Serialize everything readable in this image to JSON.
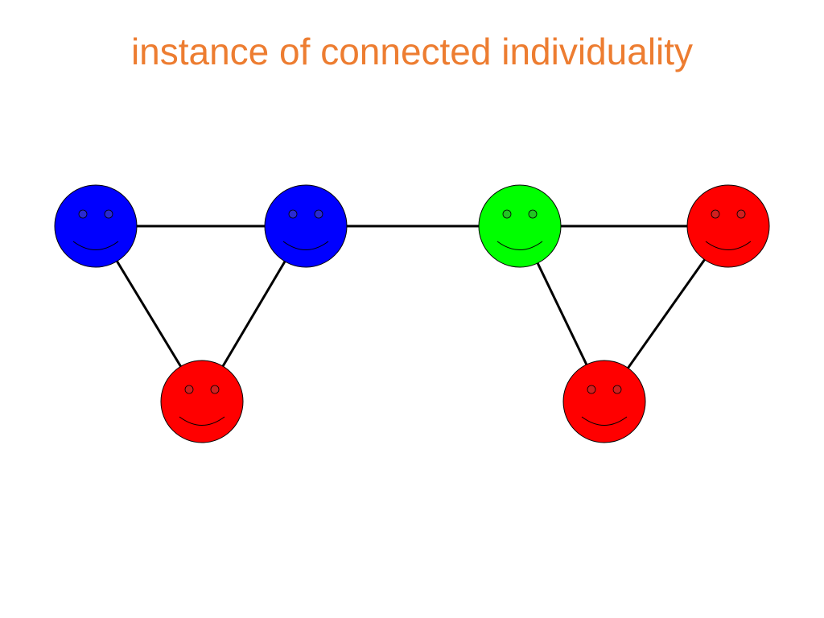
{
  "slide": {
    "title": "instance of connected individuality",
    "title_color": "#ED7D31"
  },
  "graph": {
    "edge_color": "#000000",
    "outline_color": "#000000",
    "nodes": [
      {
        "id": "face-blue-1",
        "color": "#0000FF",
        "eye_color": "#2A2AD0"
      },
      {
        "id": "face-blue-2",
        "color": "#0000FF",
        "eye_color": "#2A2AD0"
      },
      {
        "id": "face-red-1",
        "color": "#FF0000",
        "eye_color": "#D02020"
      },
      {
        "id": "face-green",
        "color": "#00FF00",
        "eye_color": "#22C522"
      },
      {
        "id": "face-red-2",
        "color": "#FF0000",
        "eye_color": "#D02020"
      },
      {
        "id": "face-red-3",
        "color": "#FF0000",
        "eye_color": "#D02020"
      }
    ],
    "edges": [
      [
        "face-blue-1",
        "face-blue-2"
      ],
      [
        "face-blue-1",
        "face-red-1"
      ],
      [
        "face-blue-2",
        "face-red-1"
      ],
      [
        "face-blue-2",
        "face-green"
      ],
      [
        "face-green",
        "face-red-2"
      ],
      [
        "face-green",
        "face-red-3"
      ],
      [
        "face-red-2",
        "face-red-3"
      ]
    ]
  }
}
